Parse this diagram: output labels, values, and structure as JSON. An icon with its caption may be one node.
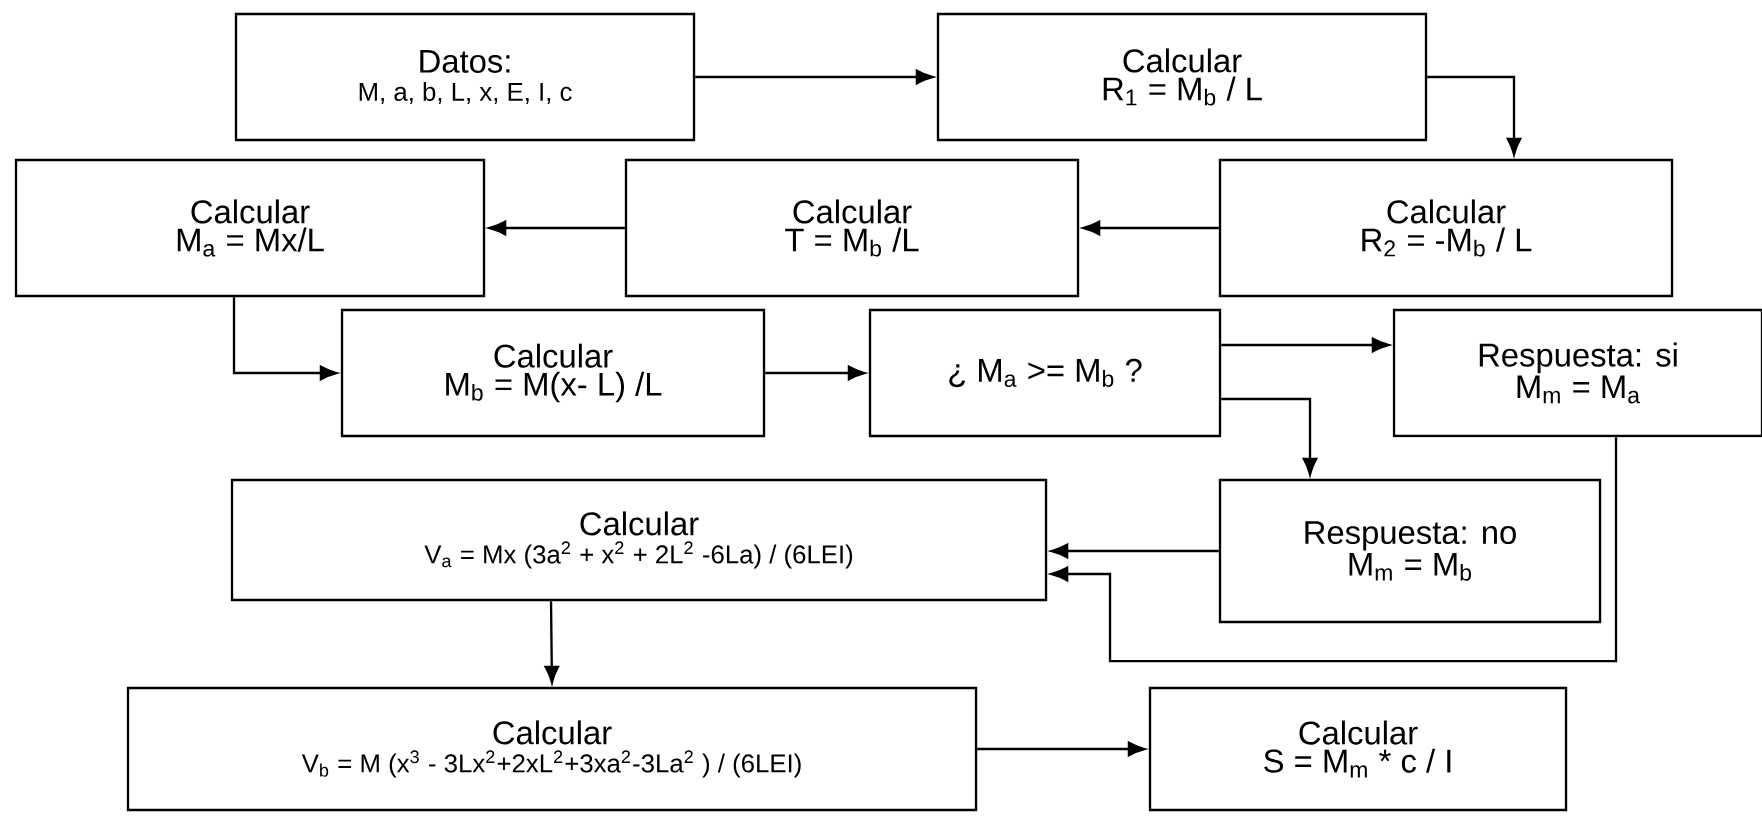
{
  "diagram": {
    "nodes": [
      {
        "text": [
          "Datos:",
          "M, a, b, L, x, E, I, c"
        ]
      },
      {
        "text": [
          "Calcular",
          "R$_{1}$ = M$_{b}$ / L"
        ]
      },
      {
        "text": [
          "Calcular",
          "R$_{2}$ = -M$_{b}$ / L"
        ]
      },
      {
        "text": [
          "Calcular",
          "T = M$_{b}$ /L"
        ]
      },
      {
        "text": [
          "Calcular",
          "M$_{a}$ = Mx/L"
        ]
      },
      {
        "text": [
          "Calcular",
          "M$_{b}$ = M(x- L) /L"
        ]
      },
      {
        "text": [
          "¿ M$_{a}$ >= M$_{b}$ ?"
        ]
      },
      {
        "text": [
          "Respuesta: si",
          "M$_{m}$ =  M$_{a}$"
        ]
      },
      {
        "text": [
          "Respuesta: no",
          "M$_{m}$ = M$_{b}$"
        ]
      },
      {
        "text": [
          "Calcular",
          "V$_{a}$ = Mx (3a$^{2}$ + x$^{2}$ + 2L$^{2}$ -6La) / (6LEI)"
        ]
      },
      {
        "text": [
          "Calcular",
          "V$_{b}$ = M (x$^{3}$ - 3Lx$^{2}$+2xL$^{2}$+3xa$^{2}$-3La$^{2}$ ) / (6LEI)"
        ]
      },
      {
        "text": [
          "Calcular",
          "S = M$_{m}$ * c / I"
        ]
      }
    ],
    "edges": [
      {
        "from": 0,
        "to": 1,
        "arrow": "to"
      },
      {
        "from": 1,
        "to": 2,
        "arrow": "to"
      },
      {
        "from": 2,
        "to": 3,
        "arrow": "to"
      },
      {
        "from": 3,
        "to": 4,
        "arrow": "to"
      },
      {
        "from": 4,
        "to": 5,
        "arrow": "to"
      },
      {
        "from": 5,
        "to": 6,
        "arrow": "to"
      },
      {
        "from": 6,
        "to": 7,
        "arrow": "to"
      },
      {
        "from": 6,
        "to": 8,
        "arrow": "to"
      },
      {
        "from": 8,
        "to": 9,
        "arrow": "to"
      },
      {
        "from": 7,
        "to": 9,
        "arrow": "to"
      },
      {
        "from": 9,
        "to": 10,
        "arrow": "to"
      },
      {
        "from": 10,
        "to": 11,
        "arrow": "to"
      }
    ]
  }
}
